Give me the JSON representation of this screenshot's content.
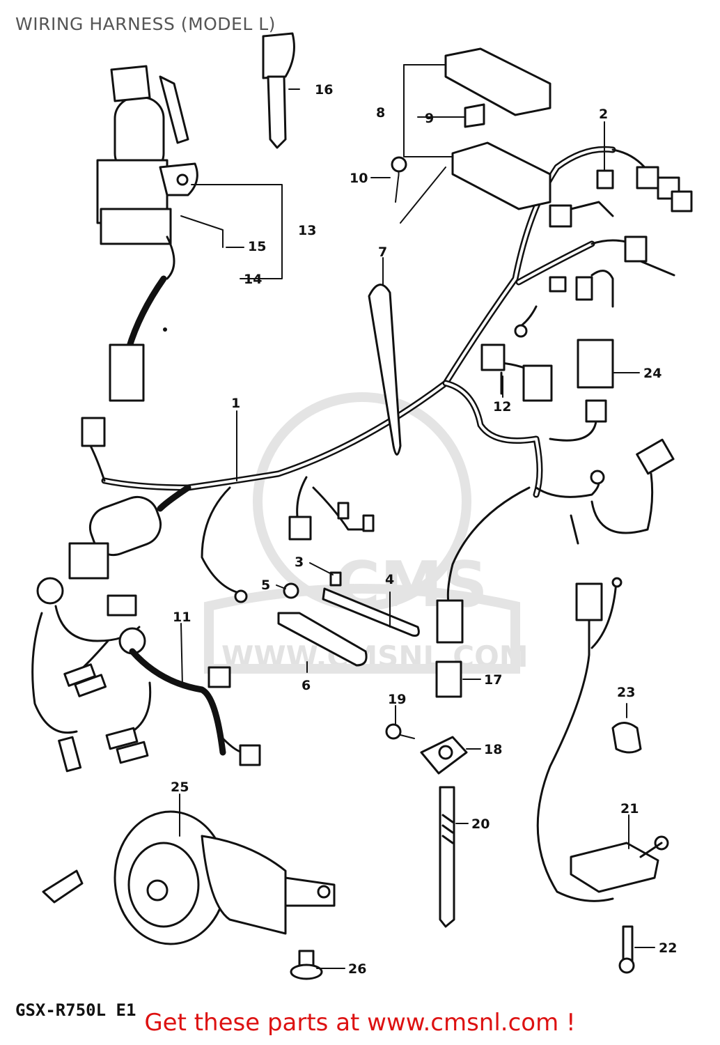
{
  "diagram": {
    "title": "WIRING HARNESS (MODEL L)",
    "model_code": "GSX-R750L  E1",
    "promo": "Get these parts at www.cmsnl.com !",
    "watermark_text": "WWW.CMSNL.COM",
    "watermark_logo": "CMS",
    "callouts": [
      "1",
      "2",
      "3",
      "4",
      "5",
      "6",
      "7",
      "8",
      "9",
      "10",
      "11",
      "12",
      "13",
      "14",
      "15",
      "16",
      "17",
      "18",
      "19",
      "20",
      "21",
      "22",
      "23",
      "24",
      "25",
      "26"
    ]
  },
  "colors": {
    "ink": "#111111",
    "promo": "#dd1111",
    "title": "#555555",
    "watermark": "#e4e4e4"
  }
}
